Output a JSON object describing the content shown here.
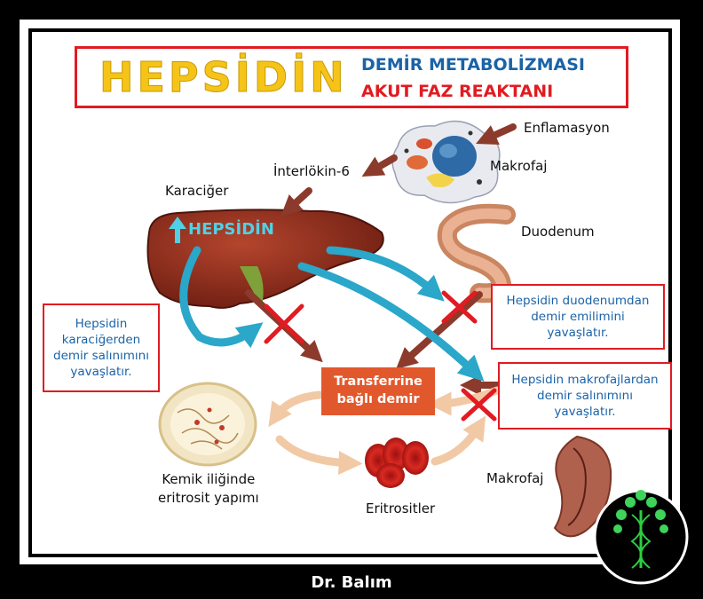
{
  "title": "HEPSİDİN",
  "subtitle_lines": [
    "DEMİR METABOLİZMASI",
    "AKUT FAZ REAKTANI"
  ],
  "labels": {
    "enflamasyon": "Enflamasyon",
    "makrofaj_top": "Makrofaj",
    "interlokin": "İnterlökin-6",
    "karaciger": "Karaciğer",
    "hepsidin_liver": "HEPSİDİN",
    "duodenum": "Duodenum",
    "transferrin_line1": "Transferrine",
    "transferrin_line2": "bağlı demir",
    "kemik_line1": "Kemik iliğinde",
    "kemik_line2": "eritrosit yapımı",
    "eritrositler": "Eritrositler",
    "makrofaj_bottom": "Makrofaj"
  },
  "notes": {
    "liver_line1": "Hepsidin",
    "liver_line2": "karaciğerden",
    "liver_line3": "demir salınımını",
    "liver_line4": "yavaşlatır.",
    "duodenum_line1": "Hepsidin duodenumdan",
    "duodenum_line2": "demir emilimini",
    "duodenum_line3": "yavaşlatır.",
    "macrophage_line1": "Hepsidin  makrofajlardan",
    "macrophage_line2": "demir salınımını",
    "macrophage_line3": "yavaşlatır."
  },
  "footer": "Dr. Balım",
  "colors": {
    "title_yellow": "#f6c419",
    "blue_text": "#1a63a8",
    "red": "#e11b22",
    "cyan_arrow": "#2aa7c9",
    "brown_arrow": "#8b3a2b",
    "transferrin_bg": "#e2582d"
  },
  "icons": [
    "macrophage-cell-icon",
    "liver-icon",
    "duodenum-icon",
    "bone-marrow-icon",
    "erythrocytes-icon",
    "spleen-macrophage-icon",
    "dna-tree-logo-icon",
    "up-arrow-icon"
  ]
}
